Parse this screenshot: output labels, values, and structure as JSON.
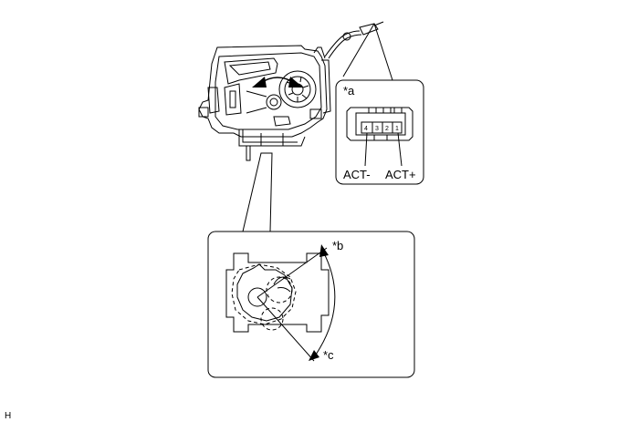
{
  "callouts": {
    "connector": "*a",
    "position_b": "*b",
    "position_c": "*c"
  },
  "connector_pins": [
    "4",
    "3",
    "2",
    "1"
  ],
  "terminals": {
    "act_minus": "ACT-",
    "act_plus": "ACT+"
  },
  "figure_code": "H"
}
